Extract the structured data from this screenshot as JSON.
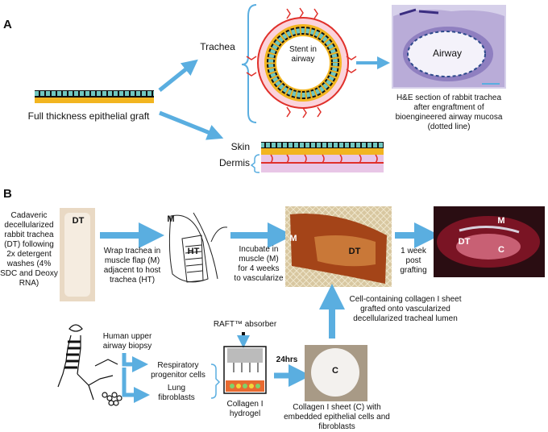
{
  "panel_a": {
    "letter": "A",
    "graft_label": "Full thickness epithelial graft",
    "trachea_label": "Trachea",
    "stent_label": "Stent in airway",
    "airway_label": "Airway",
    "he_caption": "H&E section of rabbit trachea after engraftment of bioengineered airway mucosa (dotted line)",
    "skin_label": "Skin",
    "dermis_label": "Dermis"
  },
  "panel_b": {
    "letter": "B",
    "cadaveric_text": "Cadaveric decellularized rabbit trachea (DT) following 2x detergent washes (4% SDC and Deoxy RNA)",
    "dt_label": "DT",
    "wrap_text": "Wrap trachea in muscle flap (M) adjacent to host trachea (HT)",
    "m_label": "M",
    "ht_label": "HT",
    "incubate_text": "Incubate in muscle (M) for 4 weeks to vascularize",
    "photo3_m": "M",
    "photo3_dt": "DT",
    "week_text": "1 week post grafting",
    "photo4_m": "M",
    "photo4_dt": "DT",
    "photo4_c": "C",
    "cell_sheet_text": "Cell-containing collagen I sheet grafted onto vascularized decellularized tracheal lumen",
    "biopsy_text": "Human upper airway biopsy",
    "progenitor_text": "Respiratory progenitor cells",
    "fibroblasts_text": "Lung fibroblasts",
    "raft_text": "RAFT™ absorber",
    "hydrogel_text": "Collagen I hydrogel",
    "hrs_text": "24hrs",
    "c_label": "C",
    "sheet_text": "Collagen I sheet (C) with embedded epithelial cells and fibroblasts"
  },
  "colors": {
    "arrow": "#5aaee0",
    "epithelium": "#2e8b80",
    "cartilage": "#f2b520",
    "vessel": "#e0302a",
    "dermis": "#e8c6e6"
  }
}
